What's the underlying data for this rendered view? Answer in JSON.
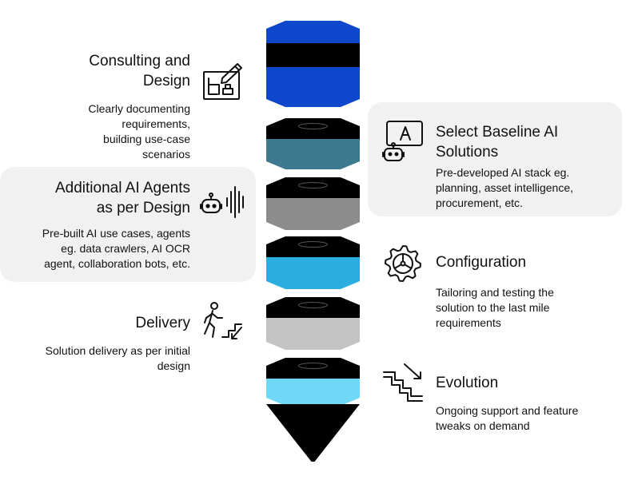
{
  "stages": {
    "consulting": {
      "title_line1": "Consulting and",
      "title_line2": "Design",
      "desc_lines": [
        "Clearly documenting",
        "requirements,",
        "building use-case",
        "scenarios"
      ],
      "icon": "blueprint-pencil-icon"
    },
    "baseline": {
      "title_line1": "Select Baseline AI",
      "title_line2": "Solutions",
      "desc_lines": [
        "Pre-developed AI stack eg.",
        "planning, asset intelligence,",
        "procurement, etc."
      ],
      "icon": "ai-robot-monitor-icon"
    },
    "agents": {
      "title_line1": "Additional AI Agents",
      "title_line2": "as per Design",
      "desc_lines": [
        "Pre-built AI use cases, agents",
        "eg. data crawlers, AI OCR",
        "agent, collaboration bots, etc."
      ],
      "icon": "robot-voice-icon"
    },
    "configuration": {
      "title_line1": "Configuration",
      "desc_lines": [
        "Tailoring and testing the",
        "solution to the last mile",
        "requirements"
      ],
      "icon": "gear-wheel-icon"
    },
    "delivery": {
      "title_line1": "Delivery",
      "desc_lines": [
        "Solution delivery as per initial",
        "design"
      ],
      "icon": "person-climbing-stairs-icon"
    },
    "evolution": {
      "title_line1": "Evolution",
      "desc_lines": [
        "Ongoing support and feature",
        "tweaks on demand"
      ],
      "icon": "stairs-arrow-icon"
    }
  },
  "colors": {
    "layer_1": "#0d47cc",
    "layer_2": "#3e7a8f",
    "layer_3": "#8c8c8c",
    "layer_4": "#2aaee0",
    "layer_5": "#c4c4c4",
    "layer_6": "#6fd8f7",
    "separator": "#000000",
    "panel": "#f1f1f1"
  }
}
